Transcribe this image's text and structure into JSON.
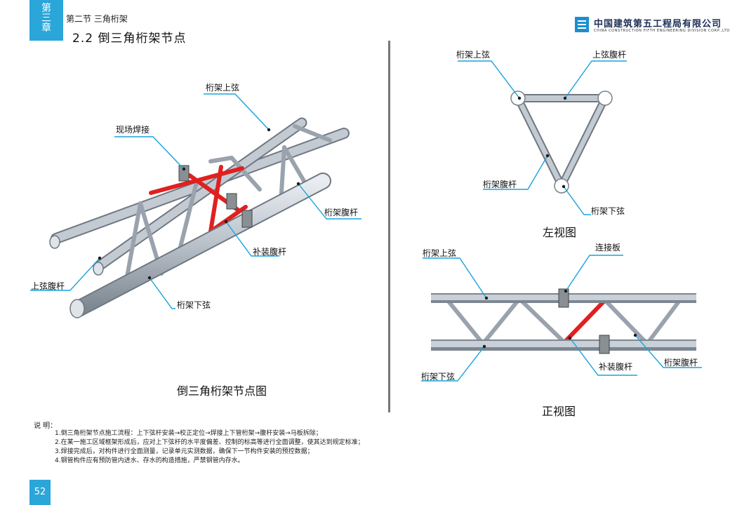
{
  "header": {
    "chapter_tab": "第三章",
    "section": "第二节  三角桁架",
    "title": "2.2  倒三角桁架节点",
    "company_cn": "中国建筑第五工程局有限公司",
    "company_en": "CHINA CONSTRUCTION FIFTH ENGINEERING DIVISION CORP.,LTD"
  },
  "iso_view": {
    "caption": "倒三角桁架节点图",
    "labels": {
      "top_chord": "桁架上弦",
      "field_weld": "现场焊接",
      "web_member": "桁架腹杆",
      "extra_web": "补装腹杆",
      "top_chord_web": "上弦腹杆",
      "bottom_chord": "桁架下弦"
    }
  },
  "left_view": {
    "caption": "左视图",
    "labels": {
      "top_chord": "桁架上弦",
      "top_chord_web": "上弦腹杆",
      "web_member": "桁架腹杆",
      "bottom_chord": "桁架下弦"
    }
  },
  "front_view": {
    "caption": "正视图",
    "labels": {
      "top_chord": "桁架上弦",
      "connection_plate": "连接板",
      "bottom_chord": "桁架下弦",
      "extra_web": "补装腹杆",
      "web_member": "桁架腹杆"
    }
  },
  "notes": {
    "title": "说  明：",
    "items": [
      "1.倒三角桁架节点施工流程：上下弦杆安装→校正定位→焊接上下管桁架→腹杆安装→马板拆除；",
      "2.在某一施工区域框架形成后，应对上下弦杆的水平度偏差、控制的标高等进行全面调整，使其达到规定标准；",
      "3.焊接完成后，对构件进行全面测量，记录单元实测数据，确保下一节构件安装的预控数据；",
      "4.钢管构件应有预防管内进水、存水的构造措施，严禁钢管内存水。"
    ]
  },
  "page_number": "52",
  "colors": {
    "accent": "#2aa6d9",
    "leader": "#1aa3dc",
    "pipe": "#b4bcc6",
    "pipe_edge": "#6f7882",
    "red_member": "#e02020"
  }
}
